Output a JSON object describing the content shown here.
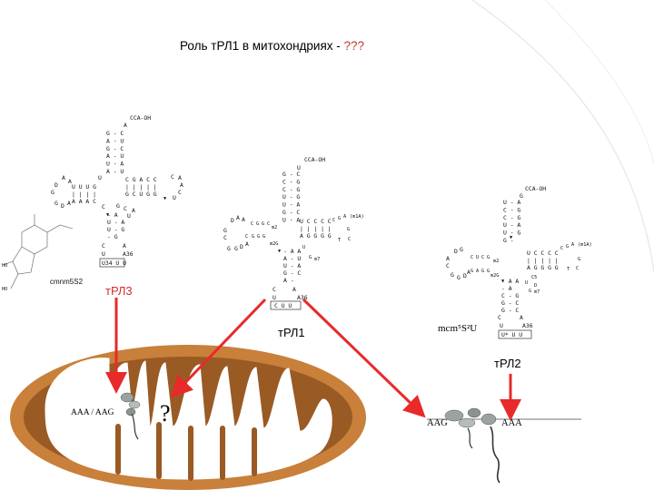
{
  "slide": {
    "title_main": "Роль тРЛ1 в митохондриях - ",
    "title_q": "???"
  },
  "labels": {
    "trl3": "тРЛ3",
    "trl1": "тРЛ1",
    "trl2": "тРЛ2",
    "cmnm": "cmnm5S2",
    "mcm": "mcm⁵S²U",
    "codons_left": "AAA / AAG",
    "question": "?",
    "codon_aag": "AAG",
    "codon_aaa": "AAA"
  },
  "trna3": {
    "acceptor": "CCA-OH",
    "discriminator": "A",
    "acc_rows": [
      "G - C",
      "A - U",
      "G - C",
      "A - U",
      "U - A",
      "A - U"
    ],
    "d_loop": [
      "U U U G",
      "| | | |",
      "A A A C"
    ],
    "d_side": [
      "D",
      "A",
      "A",
      "G",
      "G",
      "D",
      "A"
    ],
    "t_arm": [
      "C G A  C C",
      "| | |  | |",
      "G C U  G G"
    ],
    "t_loop": [
      "C",
      "A",
      "A",
      "C",
      "U"
    ],
    "ac_rows": [
      "- A",
      "U - A",
      "U - G",
      "- G"
    ],
    "ac_top": [
      "C",
      "G",
      "C",
      "A",
      "U"
    ],
    "ac_loop_l": [
      "C",
      "U"
    ],
    "ac_loop_r": [
      "A",
      "A36"
    ],
    "anticodon": "U34 U U"
  },
  "trna1": {
    "acceptor": "CCA-OH",
    "discriminator": "U",
    "acc_rows": [
      "G - C",
      "C - G",
      "C - G",
      "U - G",
      "U - A",
      "G - C",
      "U - A"
    ],
    "t_top": "U C C C C",
    "t_mid": "| | | | |",
    "t_bot": "A G G G G",
    "t_loop": [
      "C",
      "G",
      "A",
      "(m1A)",
      "G",
      "C",
      "T"
    ],
    "d_top": [
      "C",
      "G",
      "G",
      "C",
      "m2"
    ],
    "d_bot": [
      "C",
      "G",
      "G",
      "G",
      "m2G"
    ],
    "d_side": [
      "D",
      "A",
      "A",
      "G",
      "C",
      "G",
      "G",
      "D",
      "A"
    ],
    "ac_rows": [
      "- A A",
      "A - U",
      "U - A",
      "G - C",
      "A -"
    ],
    "ac_side": [
      "G",
      "m7",
      "U"
    ],
    "ac_loop_l": [
      "C",
      "U"
    ],
    "ac_loop_r": [
      "A",
      "A36"
    ],
    "anticodon": "C  U  U"
  },
  "trna2": {
    "acceptor": "CCA-OH",
    "discriminator": "G",
    "acc_rows": [
      "U - A",
      "C - G",
      "C - G",
      "U - A",
      "U - G",
      "G -"
    ],
    "t_top": "U C C C C",
    "t_mid": "| | | | |",
    "t_bot": "A G G G G",
    "t_loop": [
      "C",
      "G",
      "A",
      "(m1A)",
      "G",
      "C",
      "T"
    ],
    "d_top": [
      "C",
      "U",
      "C",
      "G",
      "m2"
    ],
    "d_bot": [
      "G",
      "A",
      "G",
      "G",
      "m2G"
    ],
    "d_side": [
      "D",
      "G",
      "A",
      "C",
      "G",
      "G",
      "D",
      "A"
    ],
    "ac_rows": [
      "- A A",
      "- A",
      "C - G",
      "G - C",
      "G - C"
    ],
    "ac_side": [
      "C5",
      "U",
      "D",
      "G",
      "m7"
    ],
    "ac_loop_l": [
      "C",
      "U"
    ],
    "ac_loop_r": [
      "A",
      "A36"
    ],
    "anticodon": "U*  U  U"
  },
  "colors": {
    "mito_outer": "#c8803a",
    "mito_inner": "#9a5a24",
    "mito_fill": "#ffffff",
    "arrow": "#e82a2a",
    "ribosome": "#9aa3a0"
  }
}
